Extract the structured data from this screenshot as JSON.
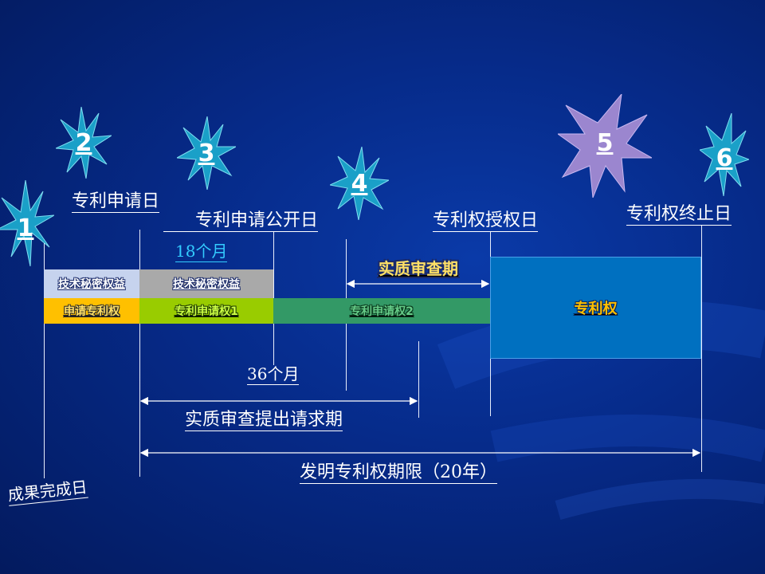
{
  "milestones": {
    "m1": "1",
    "m2": "2",
    "m3": "3",
    "m4": "4",
    "m5": "5",
    "m6": "6"
  },
  "labels": {
    "application_date": "专利申请日",
    "publication_date": "专利申请公开日",
    "grant_date": "专利权授权日",
    "termination_date": "专利权终止日",
    "completion_date": "成果完成日"
  },
  "durations": {
    "months_18": "18个月",
    "months_36": "36个月",
    "exam_request_period": "实质审查提出请求期",
    "patent_term": "发明专利权期限（20年）"
  },
  "bars": {
    "trade_secret_1": "技术秘密权益",
    "trade_secret_2": "技术秘密权益",
    "right_to_apply": "申请专利权",
    "application_right_1": "专利申请权1",
    "application_right_2": "专利申请权2",
    "substantive_exam": "实质审查期",
    "patent_right": "专利权"
  },
  "colors": {
    "trade_secret_1": "#c6d3ee",
    "trade_secret_2": "#a9a9a9",
    "right_to_apply": "#ffc000",
    "application_right_1": "#99cc00",
    "application_right_2": "#339966",
    "patent_right": "#0070c0",
    "star_teal": "#1aa0c8",
    "star_purple": "#9b86cf",
    "months_18_text": "#33ccff"
  }
}
